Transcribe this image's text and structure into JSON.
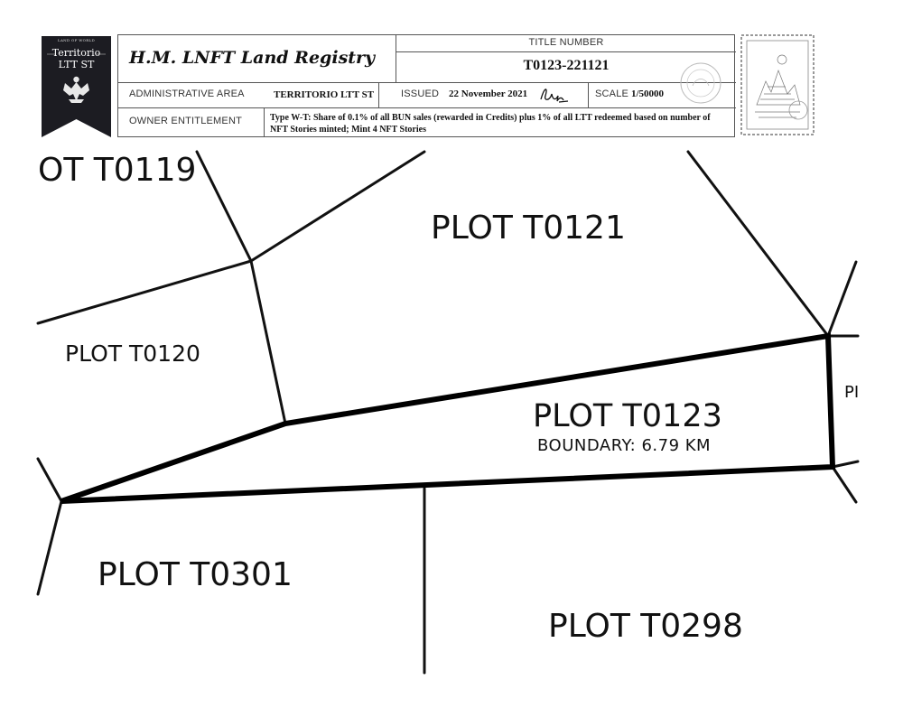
{
  "badge": {
    "small": "LAND OF WORLD",
    "line1": "Territorio",
    "line2": "LTT ST"
  },
  "header": {
    "registry": "H.M. LNFT Land Registry",
    "title_number_label": "TITLE NUMBER",
    "title_number": "T0123-221121",
    "admin_area_label": "ADMINISTRATIVE AREA",
    "admin_area": "TERRITORIO LTT ST",
    "issued_label": "ISSUED",
    "issued": "22 November 2021",
    "scale_label": "SCALE",
    "scale": "1/50000",
    "owner_label": "OWNER ENTITLEMENT",
    "owner_entitlement": "Type W-T: Share of 0.1% of all BUN sales (rewarded in Credits) plus 1% of all LTT redeemed based on number of NFT Stories minted; Mint 4 NFT Stories"
  },
  "map": {
    "highlight_plot": "PLOT T0123",
    "boundary": "BOUNDARY: 6.79 KM",
    "plots": {
      "t0119": "OT T0119",
      "t0121": "PLOT T0121",
      "t0120": "PLOT T0120",
      "t0301": "PLOT T0301",
      "t0298": "PLOT T0298",
      "right_edge": "PI"
    }
  },
  "colors": {
    "ink": "#111111",
    "badge": "#1c1c22"
  }
}
